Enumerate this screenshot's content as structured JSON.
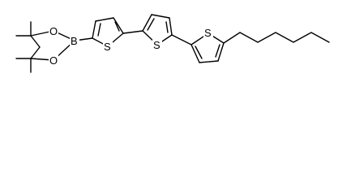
{
  "structure": {
    "description_free": true,
    "atoms": {
      "O_upper": "O",
      "O_lower": "O",
      "B": "B",
      "S_ring1": "S",
      "S_ring2": "S",
      "S_ring3": "S"
    }
  }
}
